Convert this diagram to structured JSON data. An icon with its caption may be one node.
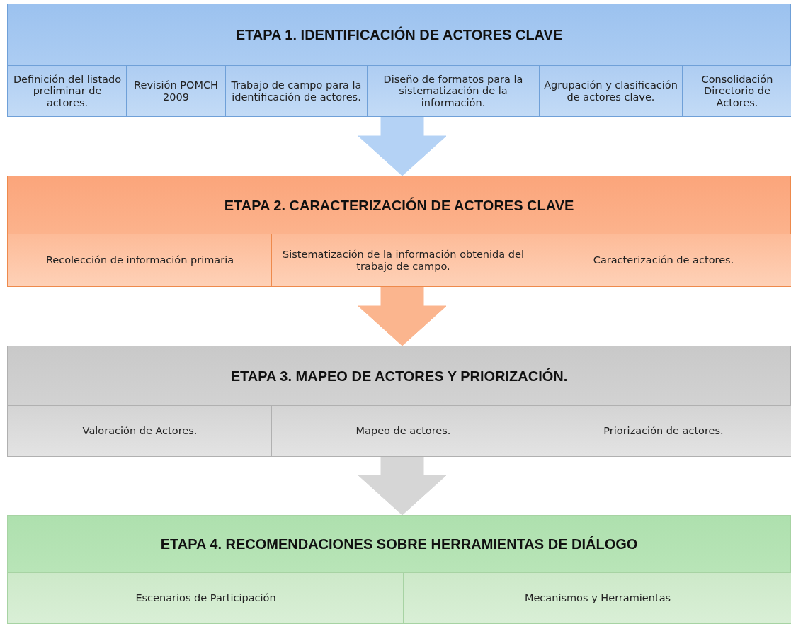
{
  "diagram": {
    "nodes": [
      {
        "text": [
          "ETAPA 1. IDENTIFICACIÓN DE ACTORES CLAVE"
        ]
      },
      {
        "text": [
          "Definición del listado preliminar de actores."
        ],
        "in": 0
      },
      {
        "text": [
          "Revisión POMCH 2009"
        ],
        "in": 0
      },
      {
        "text": [
          "Trabajo de campo para la identificación de actores."
        ],
        "in": 0
      },
      {
        "text": [
          "Diseño de formatos para la sistematización de la información."
        ],
        "in": 0
      },
      {
        "text": [
          "Agrupación y clasificación de actores clave."
        ],
        "in": 0
      },
      {
        "text": [
          "Consolidación Directorio de Actores."
        ],
        "in": 0
      },
      {
        "text": [
          "ETAPA 2. CARACTERIZACIÓN DE ACTORES CLAVE"
        ]
      },
      {
        "text": [
          "Recolección de información primaria"
        ],
        "in": 7
      },
      {
        "text": [
          "Sistematización de la información obtenida del trabajo de campo."
        ],
        "in": 7
      },
      {
        "text": [
          "Caracterización de actores."
        ],
        "in": 7
      },
      {
        "text": [
          "ETAPA 3. MAPEO DE ACTORES Y PRIORIZACIÓN."
        ]
      },
      {
        "text": [
          "Valoración de Actores."
        ],
        "in": 11
      },
      {
        "text": [
          "Mapeo de actores."
        ],
        "in": 11
      },
      {
        "text": [
          "Priorización de actores."
        ],
        "in": 11
      },
      {
        "text": [
          "ETAPA 4. RECOMENDACIONES SOBRE HERRAMIENTAS DE DIÁLOGO"
        ]
      },
      {
        "text": [
          "Escenarios de Participación"
        ],
        "in": 15
      },
      {
        "text": [
          "Mecanismos y Herramientas"
        ],
        "in": 15
      }
    ],
    "edges": [
      {
        "from": 0,
        "to": 7,
        "arrow": "to",
        "color": "#b4d2f5"
      },
      {
        "from": 7,
        "to": 11,
        "arrow": "to",
        "color": "#fbb58e"
      },
      {
        "from": 11,
        "to": 15,
        "arrow": "to",
        "color": "#d6d6d6"
      }
    ]
  }
}
